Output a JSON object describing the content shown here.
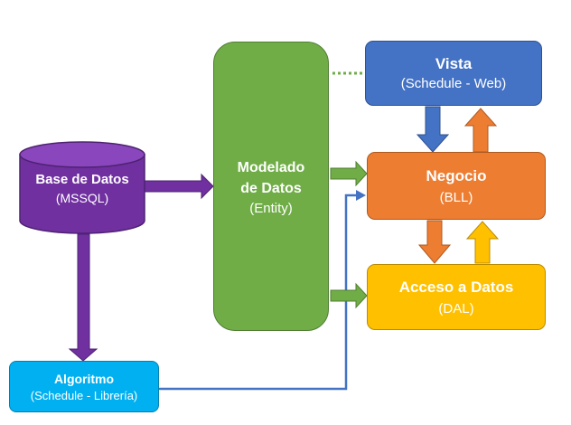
{
  "nodes": {
    "vista": {
      "title": "Vista",
      "subtitle": "(Schedule - Web)"
    },
    "negocio": {
      "title": "Negocio",
      "subtitle": "(BLL)"
    },
    "acceso": {
      "title": "Acceso a Datos",
      "subtitle": "(DAL)"
    },
    "modelado": {
      "title_line1": "Modelado",
      "title_line2": "de Datos",
      "subtitle": "(Entity)"
    },
    "base_datos": {
      "title": "Base de Datos",
      "subtitle": "(MSSQL)"
    },
    "algoritmo": {
      "title": "Algoritmo",
      "subtitle": "(Schedule - Librería)"
    }
  },
  "colors": {
    "vista": "#4472c4",
    "negocio": "#ed7d31",
    "acceso": "#ffc000",
    "modelado": "#70ad47",
    "base_datos": "#7030a0",
    "algoritmo": "#00b0f0",
    "connector_blue": "#4472c4",
    "connector_green_dotted": "#70ad47"
  }
}
